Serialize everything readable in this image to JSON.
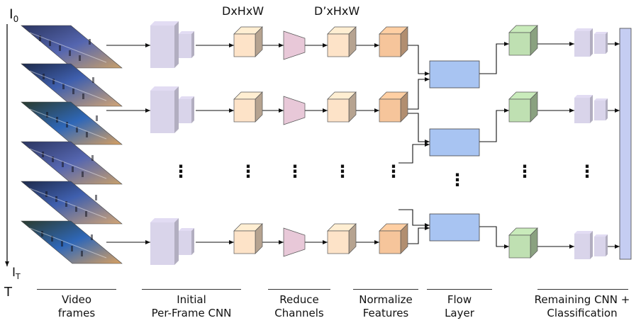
{
  "time_axis": {
    "start_label": "I",
    "start_sub": "0",
    "end_label": "I",
    "end_sub": "T",
    "axis_label": "T"
  },
  "headers": {
    "dim_in": "DxHxW",
    "dim_reduced": "D’xHxW"
  },
  "ellipsis": "⋮",
  "stages": [
    {
      "line1": "Video",
      "line2": "frames"
    },
    {
      "line1": "Initial",
      "line2": "Per-Frame CNN"
    },
    {
      "line1": "Reduce",
      "line2": "Channels"
    },
    {
      "line1": "Normalize",
      "line2": "Features"
    },
    {
      "line1": "Flow",
      "line2": "Layer"
    },
    {
      "line1": "Remaining CNN +",
      "line2": "Classification"
    }
  ],
  "colors": {
    "cnn_block": "#d9d4ea",
    "feature_cube": "#fde3c8",
    "reduce_trapezoid": "#e8c8d8",
    "normalized_cube": "#f6c59b",
    "flow_layer": "#a8c4f2",
    "remaining_cube": "#bfe0b2",
    "classifier_bar": "#c5cdf2"
  }
}
